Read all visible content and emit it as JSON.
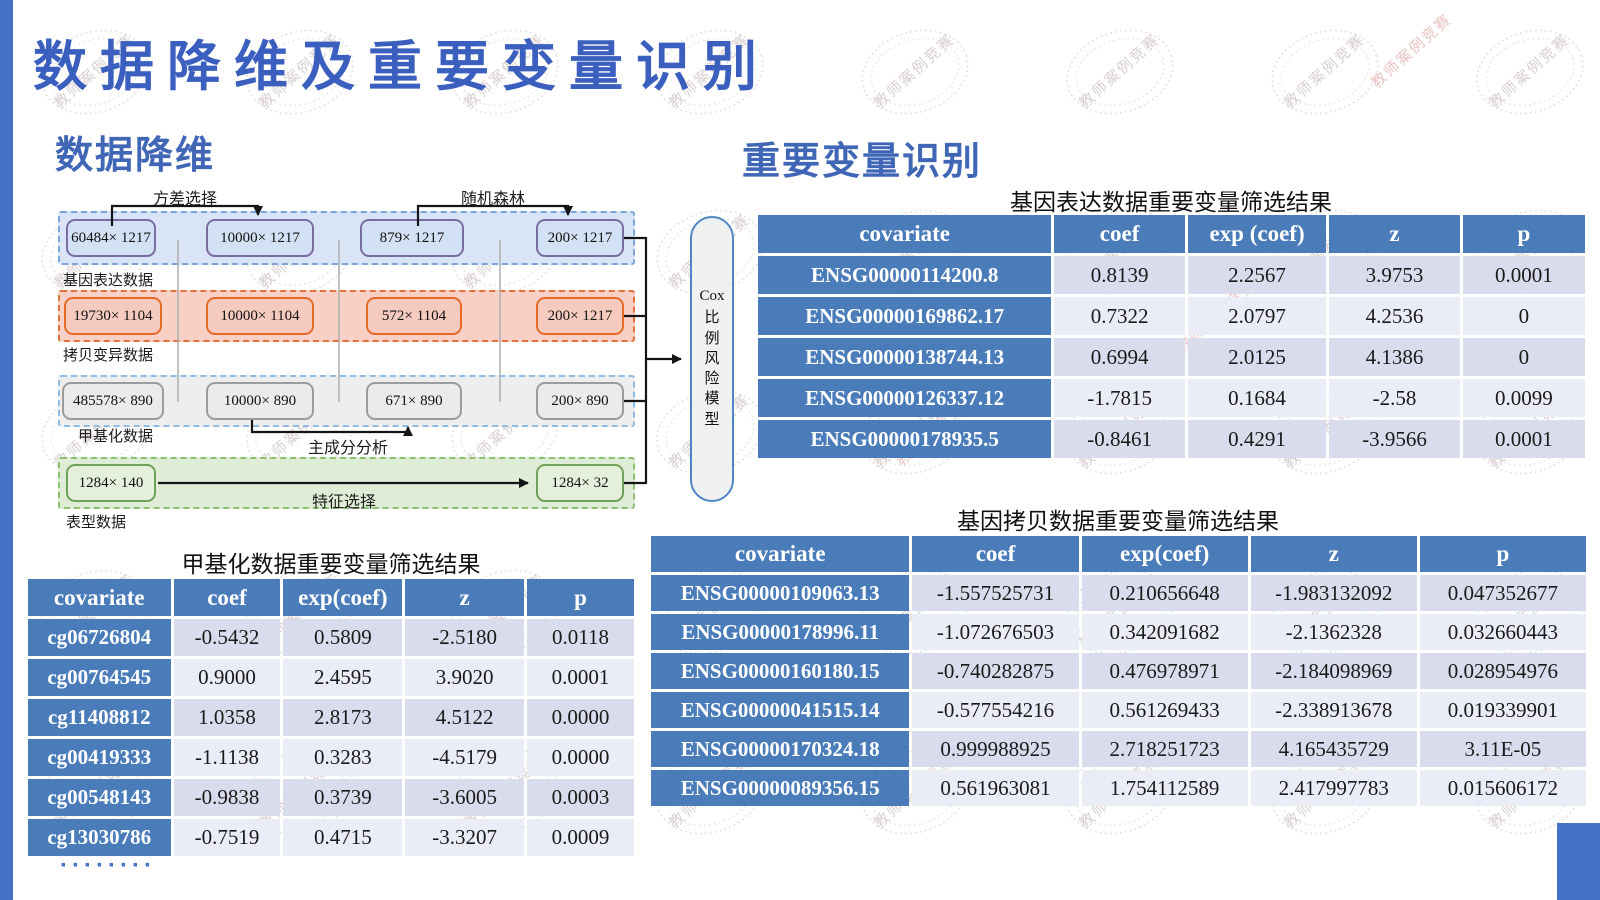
{
  "slide": {
    "title": "数据降维及重要变量识别",
    "watermark_text": "教师案例竞赛",
    "accent_color": "#4472c4",
    "table_header_color": "#4b7cba"
  },
  "left_section": {
    "heading": "数据降维",
    "diagram": {
      "step_labels": {
        "variance": "方差选择",
        "random_forest": "随机森林",
        "pca": "主成分分析",
        "feature_selection": "特征选择"
      },
      "rows": [
        {
          "name": "基因表达数据",
          "boxes": [
            "60484× 1217",
            "10000× 1217",
            "879× 1217",
            "200× 1217"
          ]
        },
        {
          "name": "拷贝变异数据",
          "boxes": [
            "19730× 1104",
            "10000× 1104",
            "572× 1104",
            "200× 1217"
          ]
        },
        {
          "name": "甲基化数据",
          "boxes": [
            "485578× 890",
            "10000× 890",
            "671× 890",
            "200× 890"
          ]
        },
        {
          "name": "表型数据",
          "boxes": [
            "1284× 140",
            "1284× 32"
          ]
        }
      ],
      "cox": {
        "en": "Cox",
        "zh": "比例风险模型"
      }
    }
  },
  "right_section": {
    "heading": "重要变量识别"
  },
  "tables": {
    "gene_expression": {
      "title": "基因表达数据重要变量筛选结果",
      "headers": [
        "covariate",
        "coef",
        "exp (coef)",
        "z",
        "p"
      ],
      "rows": [
        [
          "ENSG00000114200.8",
          "0.8139",
          "2.2567",
          "3.9753",
          "0.0001"
        ],
        [
          "ENSG00000169862.17",
          "0.7322",
          "2.0797",
          "4.2536",
          "0"
        ],
        [
          "ENSG00000138744.13",
          "0.6994",
          "2.0125",
          "4.1386",
          "0"
        ],
        [
          "ENSG00000126337.12",
          "-1.7815",
          "0.1684",
          "-2.58",
          "0.0099"
        ],
        [
          "ENSG00000178935.5",
          "-0.8461",
          "0.4291",
          "-3.9566",
          "0.0001"
        ]
      ]
    },
    "methylation": {
      "title": "甲基化数据重要变量筛选结果",
      "headers": [
        "covariate",
        "coef",
        "exp(coef)",
        "z",
        "p"
      ],
      "rows": [
        [
          "cg06726804",
          "-0.5432",
          "0.5809",
          "-2.5180",
          "0.0118"
        ],
        [
          "cg00764545",
          "0.9000",
          "2.4595",
          "3.9020",
          "0.0001"
        ],
        [
          "cg11408812",
          "1.0358",
          "2.8173",
          "4.5122",
          "0.0000"
        ],
        [
          "cg00419333",
          "-1.1138",
          "0.3283",
          "-4.5179",
          "0.0000"
        ],
        [
          "cg00548143",
          "-0.9838",
          "0.3739",
          "-3.6005",
          "0.0003"
        ],
        [
          "cg13030786",
          "-0.7519",
          "0.4715",
          "-3.3207",
          "0.0009"
        ]
      ],
      "ellipsis": "········"
    },
    "gene_copy": {
      "title": "基因拷贝数据重要变量筛选结果",
      "headers": [
        "covariate",
        "coef",
        "exp(coef)",
        "z",
        "p"
      ],
      "rows": [
        [
          "ENSG00000109063.13",
          "-1.557525731",
          "0.210656648",
          "-1.983132092",
          "0.047352677"
        ],
        [
          "ENSG00000178996.11",
          "-1.072676503",
          "0.342091682",
          "-2.1362328",
          "0.032660443"
        ],
        [
          "ENSG00000160180.15",
          "-0.740282875",
          "0.476978971",
          "-2.184098969",
          "0.028954976"
        ],
        [
          "ENSG00000041515.14",
          "-0.577554216",
          "0.561269433",
          "-2.338913678",
          "0.019339901"
        ],
        [
          "ENSG00000170324.18",
          "0.999988925",
          "2.718251723",
          "4.165435729",
          "3.11E-05"
        ],
        [
          "ENSG00000089356.15",
          "0.561963081",
          "1.754112589",
          "2.417997783",
          "0.015606172"
        ]
      ]
    }
  }
}
